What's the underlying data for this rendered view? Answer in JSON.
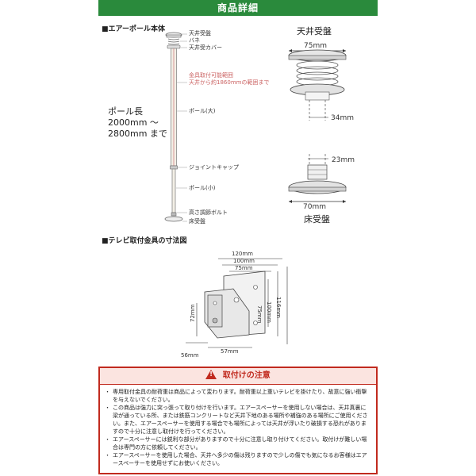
{
  "header": {
    "title": "商品詳細"
  },
  "sections": {
    "pole_title": "■エアーポール本体",
    "mount_title": "■テレビ取付金具の寸法図"
  },
  "pole_labels": {
    "ceiling_plate": "天井受盤",
    "spring": "バネ",
    "ceiling_cover": "天井受カバー",
    "range_line1": "金具取付可能範囲",
    "range_line2": "天井から約1860mmの範囲まで",
    "pole_large": "ポール(大)",
    "joint_cap": "ジョイントキャップ",
    "pole_small": "ポール(小)",
    "height_bolt": "高さ調節ボルト",
    "floor_plate": "床受盤"
  },
  "pole_length": {
    "line1": "ポール長",
    "line2": "2000mm ～",
    "line3": "2800mm まで"
  },
  "ceiling_detail": {
    "title": "天井受盤",
    "top_dim": "75mm",
    "pole_dim": "34mm"
  },
  "floor_detail": {
    "pole_dim": "23mm",
    "bottom_dim": "70mm",
    "title": "床受盤"
  },
  "mount_dims": {
    "w120": "120mm",
    "w100": "100mm",
    "w75": "75mm",
    "h75": "75mm",
    "h100": "100mm",
    "h116": "116mm",
    "h72": "72mm",
    "w56": "56mm",
    "w57": "57mm"
  },
  "caution": {
    "title": "取付けの注意",
    "items": [
      "専用取付金具の耐荷重は商品によって変わります。耐荷重以上重いテレビを掛けたり、故意に強い衝撃を与えないでください。",
      "この商品は強力に突っ張って取り付けを行います。エアースペーサーを使用しない場合は、天井真裏に梁が通っている所、または鉄筋コンクリートなど天井下地のある場所や補強のある場所にご使用ください。また、エアースペーサーを使用する場合でも場所によっては天井が浮いたり破損する恐れがありますので十分に注意し取付けを行ってください。",
      "エアースペーサーには鋭利な部分がありますので十分に注意し取り付けてください。取付けが難しい場合は専門の方に依頼してください。",
      "エアースペーサーを使用した場合、天井へ多少の傷は残りますので少しの傷でも気になるお客様はエアースペーサーを使用せずにお使いください。"
    ]
  }
}
